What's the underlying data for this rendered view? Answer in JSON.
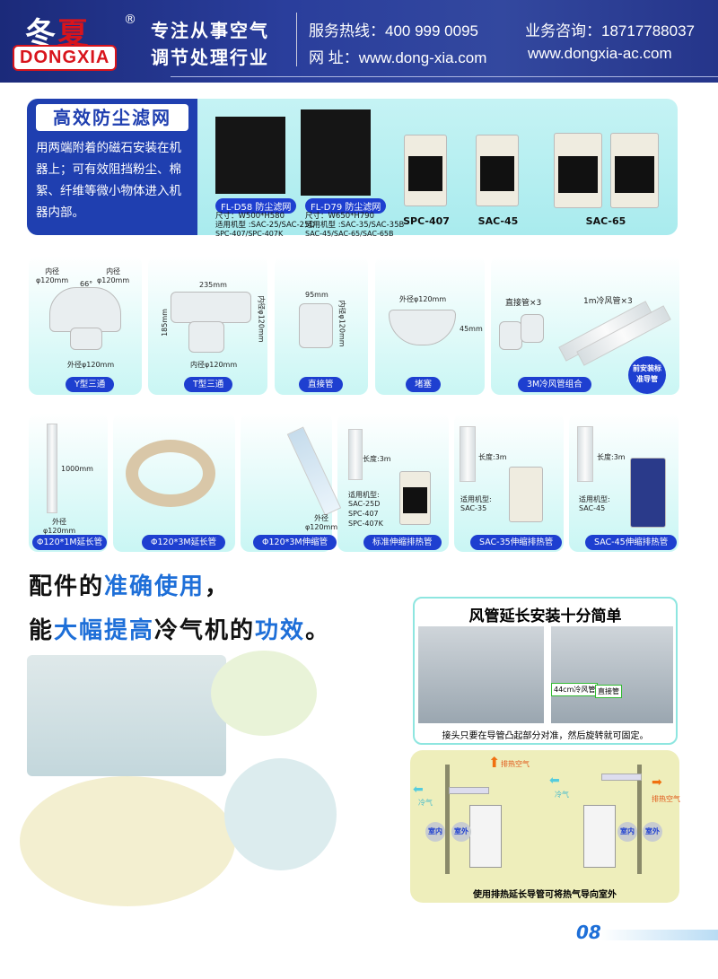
{
  "header": {
    "logo_cn": [
      "冬",
      "夏"
    ],
    "logo_en": "DONGXIA",
    "registered": "®",
    "slogan": [
      "专注从事空气",
      "调节处理行业"
    ],
    "hotline": "服务热线：400 999 0095",
    "consult": "业务咨询：18717788037",
    "site_label": "网 址：www.dong-xia.com",
    "site2": "www.dongxia-ac.com"
  },
  "filter_section": {
    "title": "高效防尘滤网",
    "description": "用两端附着的磁石安装在机器上；可有效阻挡粉尘、棉絮、纤维等微小物体进入机器内部。",
    "filters": [
      {
        "name": "FL-D58 防尘滤网",
        "size": "尺寸：W500*H580",
        "fit": "适用机型 :SAC-25/SAC-25D",
        "fit2": "SPC-407/SPC-407K"
      },
      {
        "name": "FL-D79 防尘滤网",
        "size": "尺寸：W650*H790",
        "fit": "适用机型 :SAC-35/SAC-35B",
        "fit2": "SAC-45/SAC-65/SAC-65B"
      }
    ],
    "models": [
      "SPC-407",
      "SAC-45",
      "SAC-65"
    ]
  },
  "fittings": [
    {
      "label": "Y型三通",
      "dims": [
        "内径\nφ120mm",
        "内径\nφ120mm",
        "66°",
        "外径φ120mm"
      ]
    },
    {
      "label": "T型三通",
      "dims": [
        "235mm",
        "185mm",
        "内径φ120mm",
        "内径φ120mm"
      ]
    },
    {
      "label": "直接管",
      "dims": [
        "95mm",
        "内径φ120mm"
      ]
    },
    {
      "label": "堵塞",
      "dims": [
        "外径φ120mm",
        "45mm"
      ]
    },
    {
      "label": "3M冷风管组合",
      "dims": [
        "直接管×3",
        "1m冷风管×3"
      ],
      "badge": "前安装标准导管"
    }
  ],
  "ducts": [
    {
      "label": "Φ120*1M延长管",
      "dims": [
        "1000mm",
        "外径\nφ120mm"
      ]
    },
    {
      "label": "Φ120*3M延长管"
    },
    {
      "label": "Φ120*3M伸缩管",
      "dims": [
        "外径\nφ120mm"
      ]
    },
    {
      "label": "标准伸缩排热管",
      "length": "长度:3m",
      "fit_title": "适用机型:",
      "fit": [
        "SAC-25D",
        "SPC-407",
        "SPC-407K"
      ]
    },
    {
      "label": "SAC-35伸缩排热管",
      "length": "长度:3m",
      "fit_title": "适用机型:",
      "fit": [
        "SAC-35"
      ]
    },
    {
      "label": "SAC-45伸缩排热管",
      "length": "长度:3m",
      "fit_title": "适用机型:",
      "fit": [
        "SAC-45"
      ]
    }
  ],
  "headline": {
    "line1": [
      "配件的",
      "准确使用",
      "，"
    ],
    "line2": [
      "能",
      "大幅提高",
      "冷气机的",
      "功效",
      "。"
    ]
  },
  "install_box": {
    "title": "风管延长安装十分简单",
    "tag1": "44cm冷风管",
    "tag2": "直接管",
    "caption": "接头只要在导管凸起部分对准，然后旋转就可固定。"
  },
  "diagram_box": {
    "hot": "排热空气",
    "cold": "冷气",
    "indoor": "室内",
    "outdoor": "室外",
    "caption": "使用排热延长导管可将热气导向室外"
  },
  "page_number": "08"
}
